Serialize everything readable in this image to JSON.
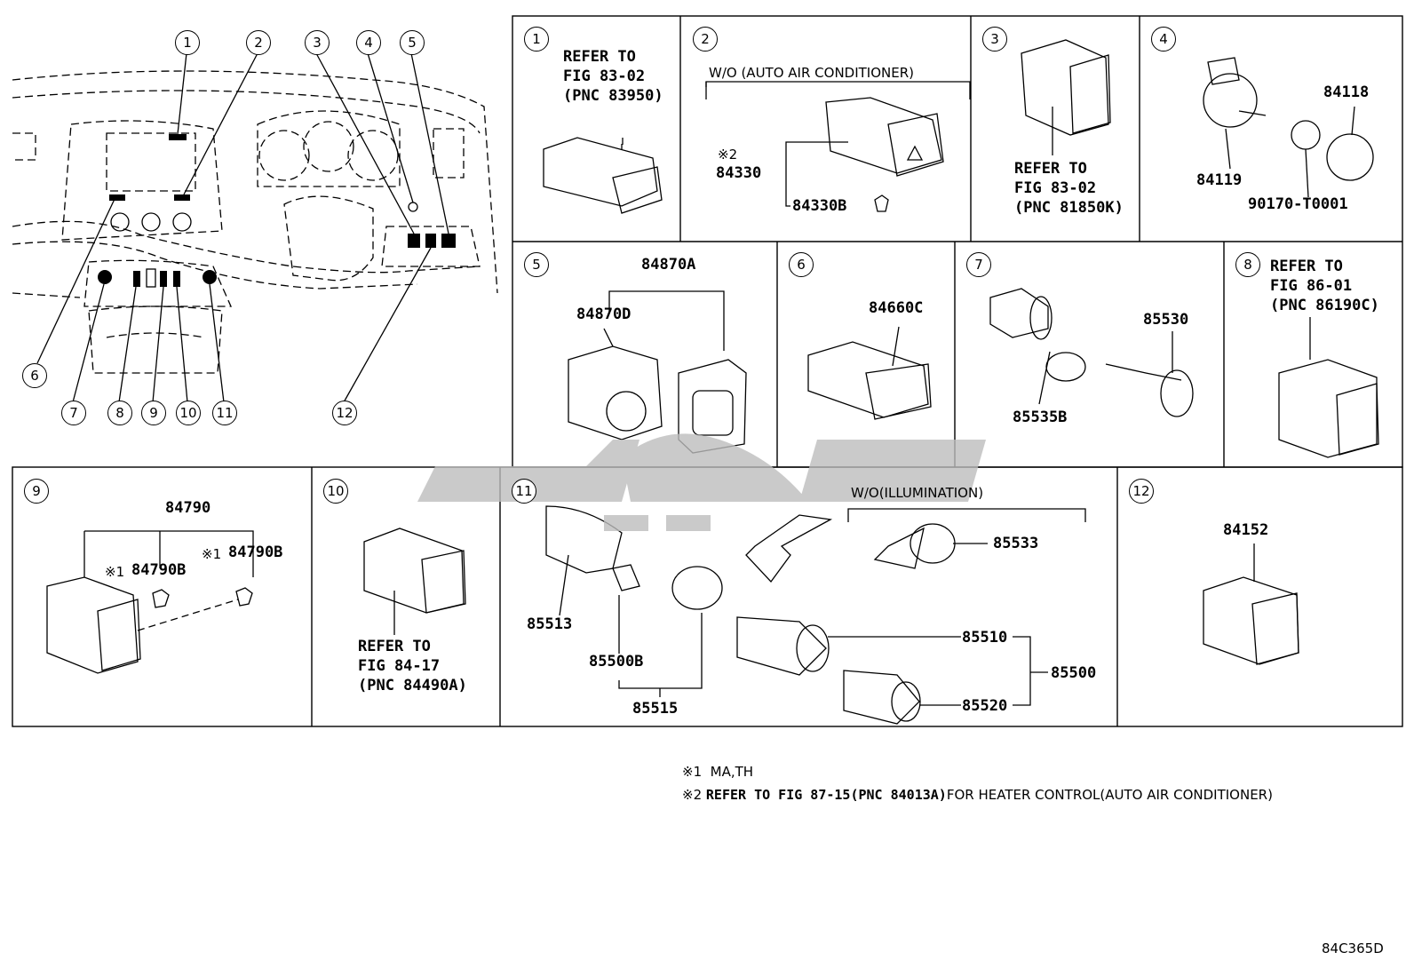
{
  "dash_callouts": [
    "1",
    "2",
    "3",
    "4",
    "5",
    "6",
    "7",
    "8",
    "9",
    "10",
    "11",
    "12"
  ],
  "panels": [
    {
      "id": "1",
      "lines": [
        "REFER TO",
        "FIG 83-02",
        "(PNC 83950)"
      ]
    },
    {
      "id": "2",
      "caption": "W/O (AUTO AIR CONDITIONER)",
      "note_mark": "※2",
      "parts": [
        "84330",
        "84330B"
      ]
    },
    {
      "id": "3",
      "lines": [
        "REFER TO",
        "FIG 83-02",
        "(PNC 81850K)"
      ]
    },
    {
      "id": "4",
      "parts": [
        "84118",
        "84119",
        "90170-T0001"
      ]
    },
    {
      "id": "5",
      "parts": [
        "84870A",
        "84870D"
      ]
    },
    {
      "id": "6",
      "parts": [
        "84660C"
      ]
    },
    {
      "id": "7",
      "parts": [
        "85530",
        "85535B"
      ]
    },
    {
      "id": "8",
      "lines": [
        "REFER TO",
        "FIG 86-01",
        "(PNC 86190C)"
      ]
    },
    {
      "id": "9",
      "parts": [
        "84790",
        "84790B",
        "84790B"
      ],
      "marks": [
        "※1",
        "※1"
      ]
    },
    {
      "id": "10",
      "lines": [
        "REFER TO",
        "FIG 84-17",
        "(PNC 84490A)"
      ]
    },
    {
      "id": "11",
      "caption": "W/O(ILLUMINATION)",
      "parts": [
        "85533",
        "85513",
        "85500B",
        "85515",
        "85510",
        "85500",
        "85520"
      ]
    },
    {
      "id": "12",
      "parts": [
        "84152"
      ]
    }
  ],
  "footnotes": [
    {
      "mark": "※1",
      "text": "MA,TH"
    },
    {
      "mark": "※2",
      "text_bold": "REFER TO FIG 87-15(PNC 84013A)",
      "text": "FOR HEATER CONTROL(AUTO AIR CONDITIONER)"
    }
  ],
  "figure_id": "84C365D"
}
